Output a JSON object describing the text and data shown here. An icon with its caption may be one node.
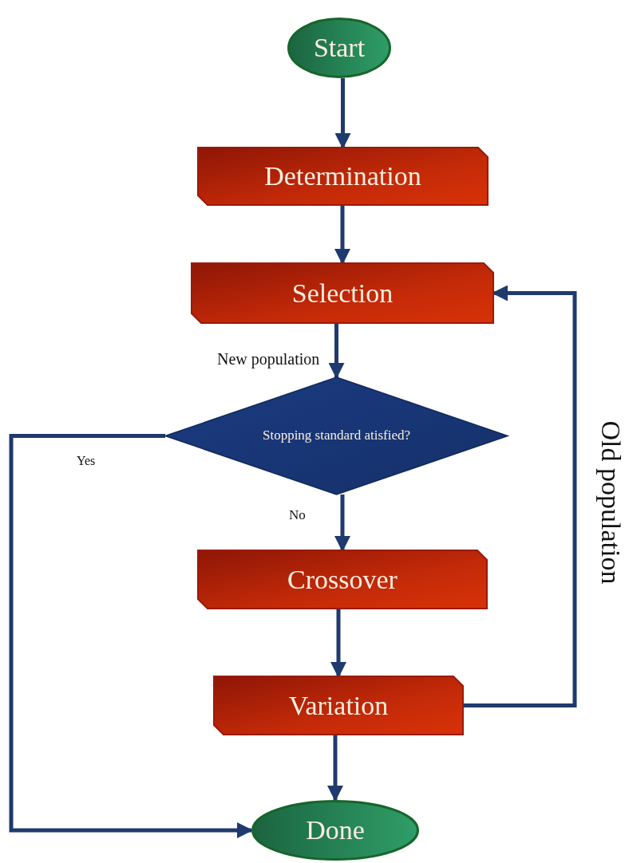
{
  "diagram": {
    "nodes": [
      {
        "text": [
          "Start"
        ]
      },
      {
        "text": [
          "Determination"
        ]
      },
      {
        "text": [
          "Selection"
        ]
      },
      {
        "text": [
          "Stopping standard atisfied?"
        ]
      },
      {
        "text": [
          "Crossover"
        ]
      },
      {
        "text": [
          "Variation"
        ]
      },
      {
        "text": [
          "Done"
        ]
      }
    ],
    "edges": [
      {
        "from": 0,
        "to": 1,
        "arrow": "to"
      },
      {
        "from": 1,
        "to": 2,
        "arrow": "to"
      },
      {
        "from": 2,
        "to": 3,
        "arrow": "to",
        "label": "New population"
      },
      {
        "from": 3,
        "to": 6,
        "arrow": "to",
        "label": "Yes"
      },
      {
        "from": 3,
        "to": 4,
        "arrow": "to",
        "label": "No"
      },
      {
        "from": 4,
        "to": 5,
        "arrow": "to"
      },
      {
        "from": 5,
        "to": 2,
        "arrow": "to",
        "label": "Old population"
      },
      {
        "from": 5,
        "to": 6,
        "arrow": "to"
      }
    ]
  }
}
